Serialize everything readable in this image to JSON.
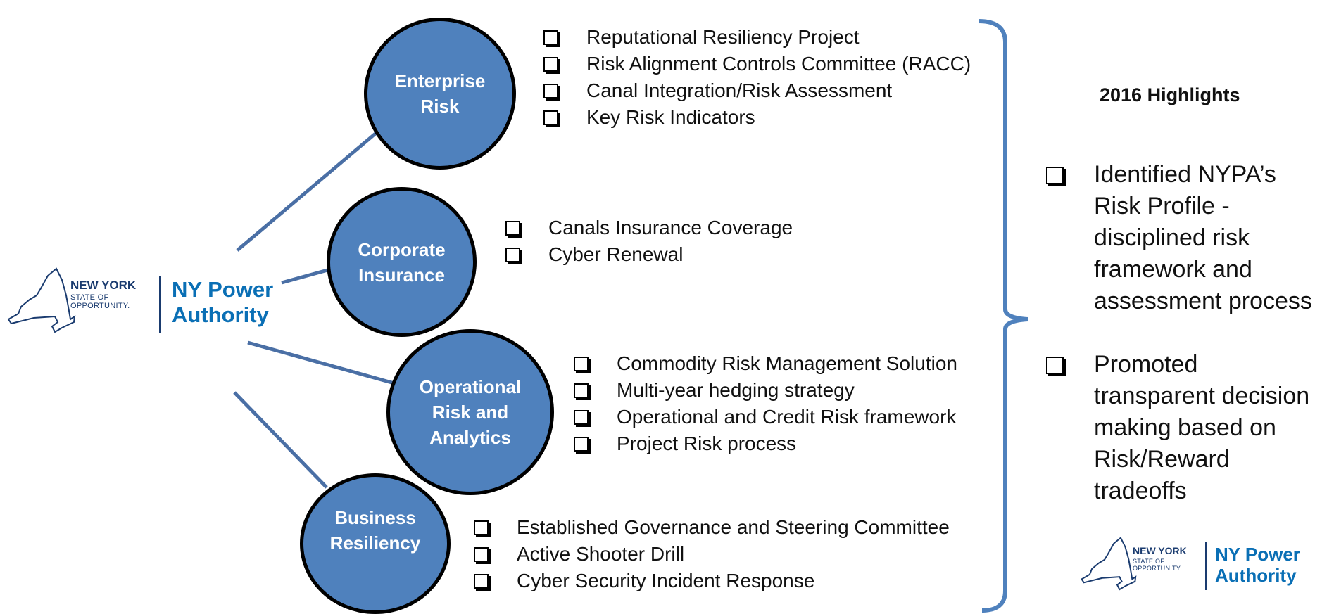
{
  "logo": {
    "state_name": "NEW YORK",
    "state_tagline": "STATE OF\nOPPORTUNITY.",
    "org_name": "NY Power\nAuthority"
  },
  "branches": [
    {
      "label": "Enterprise\nRisk",
      "items": [
        "Reputational Resiliency Project",
        "Risk Alignment Controls Committee (RACC)",
        "Canal Integration/Risk Assessment",
        "Key Risk Indicators"
      ]
    },
    {
      "label": "Corporate\nInsurance",
      "items": [
        "Canals Insurance Coverage",
        "Cyber Renewal"
      ]
    },
    {
      "label": "Operational\nRisk and\nAnalytics",
      "items": [
        "Commodity Risk Management Solution",
        "Multi-year hedging strategy",
        "Operational and Credit Risk framework",
        "Project Risk process"
      ]
    },
    {
      "label": "Business\nResiliency",
      "items": [
        "Established Governance and Steering Committee",
        "Active Shooter Drill",
        "Cyber Security Incident Response"
      ]
    }
  ],
  "highlights": {
    "title": "2016 Highlights",
    "items": [
      "Identified NYPA’s Risk Profile - disciplined risk framework and assessment process",
      "Promoted transparent decision making based on Risk/Reward tradeoffs"
    ]
  },
  "colors": {
    "circle_fill": "#4f81bd",
    "connector": "#4a6fa5",
    "brace": "#4f81bd",
    "logo_navy": "#1a3b6f",
    "logo_blue": "#0a6fb5"
  }
}
